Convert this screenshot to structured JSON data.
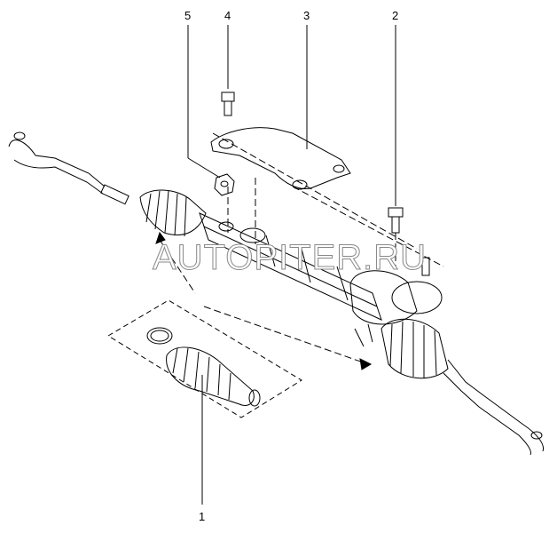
{
  "diagram": {
    "callouts": [
      {
        "id": "1",
        "part": "boot-kit"
      },
      {
        "id": "2",
        "part": "bolt"
      },
      {
        "id": "3",
        "part": "bracket"
      },
      {
        "id": "4",
        "part": "bolt"
      },
      {
        "id": "5",
        "part": "nut"
      }
    ],
    "watermark": "AUTOPITER.RU"
  }
}
